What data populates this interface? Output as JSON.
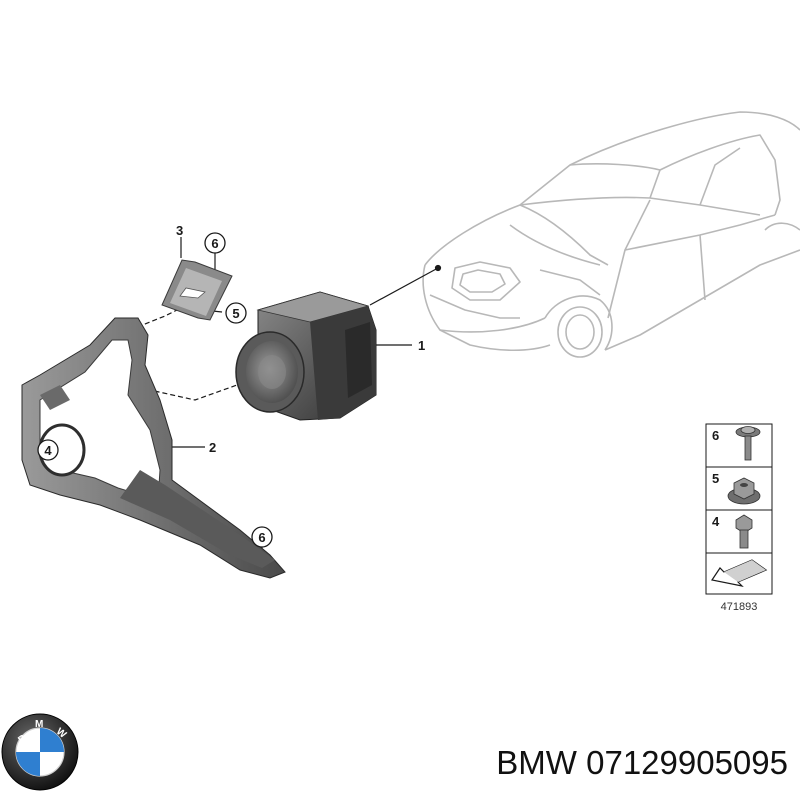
{
  "callouts": {
    "c1": "1",
    "c2": "2",
    "c3": "3",
    "c4": "4",
    "c5": "5",
    "c6a": "6",
    "c6b": "6"
  },
  "legend": {
    "items": [
      {
        "number": "6",
        "part": "washer-head-screw-icon"
      },
      {
        "number": "5",
        "part": "flange-nut-icon"
      },
      {
        "number": "4",
        "part": "hex-bolt-icon"
      }
    ],
    "reference_number": "471893"
  },
  "logo": {
    "name": "bmw-logo",
    "lettering": "BMW"
  },
  "caption": {
    "brand": "BMW",
    "part_number": "07129905095"
  },
  "colors": {
    "line": "#b8b8b8",
    "part_dark": "#3c3c3c",
    "part_mid": "#707070",
    "text": "#1a1a1a",
    "logo_blue": "#2f7fd0"
  }
}
